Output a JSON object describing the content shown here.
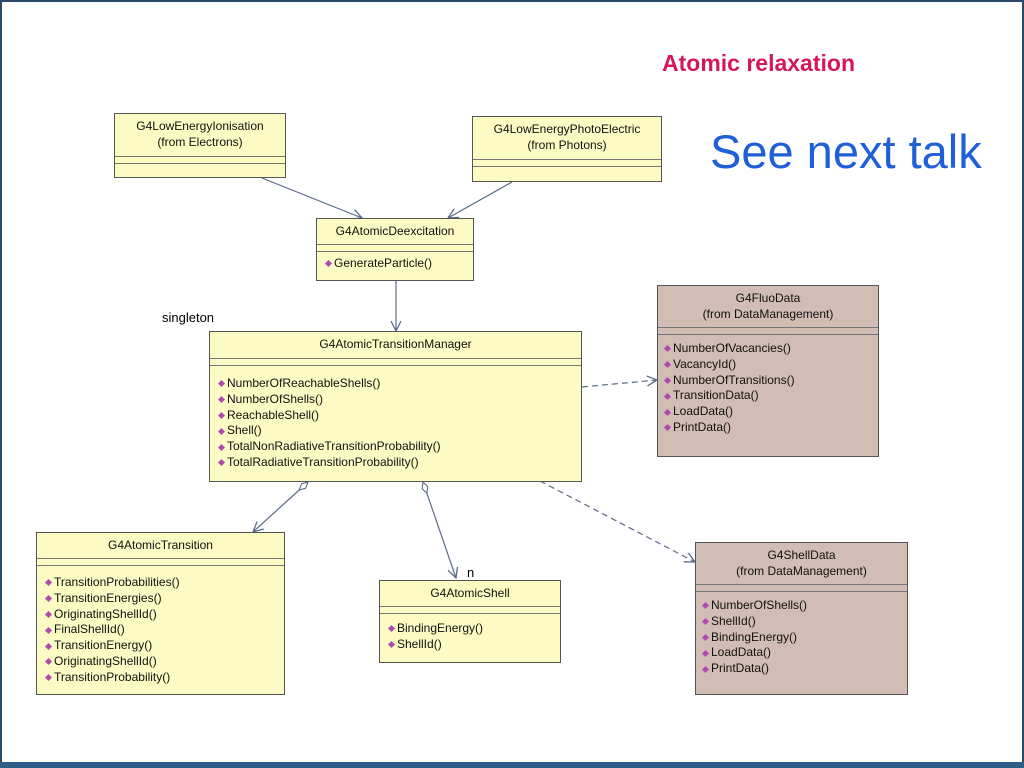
{
  "slide": {
    "title": "Atomic relaxation",
    "side_note": "See next talk"
  },
  "annotations": {
    "singleton": "singleton",
    "multiplicity_n": "n"
  },
  "classes": {
    "lowenergy_ionisation": {
      "name": "G4LowEnergyIonisation",
      "package": "(from Electrons)"
    },
    "lowenergy_photoelectric": {
      "name": "G4LowEnergyPhotoElectric",
      "package": "(from Photons)"
    },
    "atomic_deexcitation": {
      "name": "G4AtomicDeexcitation",
      "operations": [
        "GenerateParticle()"
      ]
    },
    "transition_manager": {
      "name": "G4AtomicTransitionManager",
      "operations": [
        "NumberOfReachableShells()",
        "NumberOfShells()",
        "ReachableShell()",
        "Shell()",
        "TotalNonRadiativeTransitionProbability()",
        "TotalRadiativeTransitionProbability()"
      ]
    },
    "fluo_data": {
      "name": "G4FluoData",
      "package": "(from DataManagement)",
      "operations": [
        "NumberOfVacancies()",
        "VacancyId()",
        "NumberOfTransitions()",
        "TransitionData()",
        "LoadData()",
        "PrintData()"
      ]
    },
    "atomic_transition": {
      "name": "G4AtomicTransition",
      "operations": [
        "TransitionProbabilities()",
        "TransitionEnergies()",
        "OriginatingShellId()",
        "FinalShellId()",
        "TransitionEnergy()",
        "OriginatingShellId()",
        "TransitionProbability()"
      ]
    },
    "atomic_shell": {
      "name": "G4AtomicShell",
      "operations": [
        "BindingEnergy()",
        "ShellId()"
      ]
    },
    "shell_data": {
      "name": "G4ShellData",
      "package": "(from DataManagement)",
      "operations": [
        "NumberOfShells()",
        "ShellId()",
        "BindingEnergy()",
        "LoadData()",
        "PrintData()"
      ]
    }
  },
  "colors": {
    "title": "#d5175a",
    "side_note": "#1f5fd8",
    "class_yellow": "#fdfbc4",
    "class_brown": "#d1bdb3",
    "operation_marker": "#b04ab0"
  }
}
